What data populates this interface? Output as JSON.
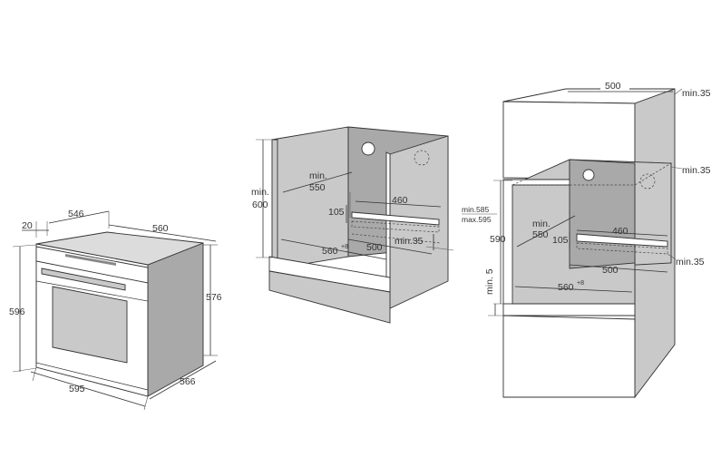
{
  "oven": {
    "depth_panel": "20",
    "front_width_top": "546",
    "depth_top": "560",
    "height_left": "596",
    "height_right": "576",
    "width_bottom": "595",
    "depth_bottom": "566"
  },
  "under_counter": {
    "min_label": "min.",
    "min_height": "600",
    "depth_min_label": "min.",
    "depth_min_value": "550",
    "vent_width": "460",
    "vent_height": "105",
    "inner_width": "560",
    "inner_width_tol": "+8",
    "rear_width": "500",
    "min35": "min.35"
  },
  "column": {
    "top_width": "500",
    "top_min35": "min.35",
    "mid_min35": "min.35",
    "right_min35": "min.35",
    "range_min": "min.585",
    "range_max": "max.595",
    "height": "590",
    "depth_min_label": "min.",
    "depth_min_value": "550",
    "vent_width": "460",
    "vent_height": "105",
    "rear_width": "500",
    "inner_width": "560",
    "inner_width_tol": "+8",
    "bottom_gap": "min. 5"
  }
}
